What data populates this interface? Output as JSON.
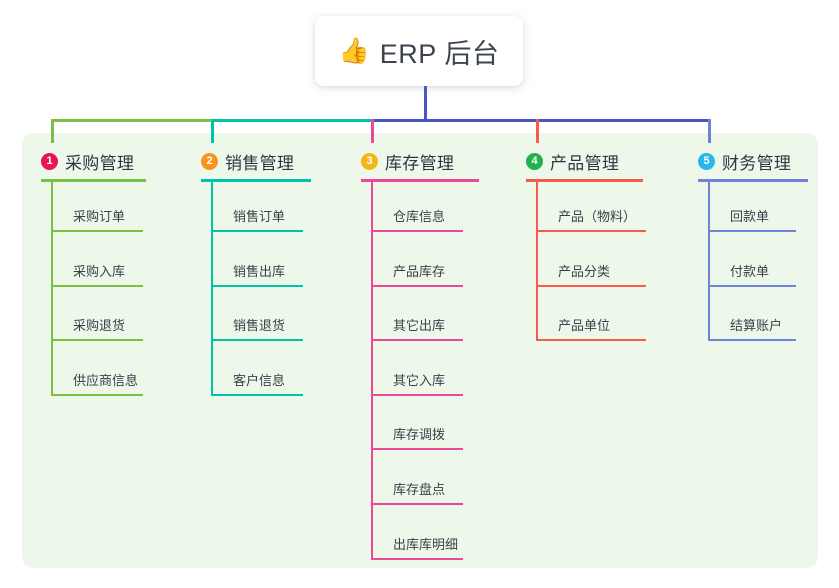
{
  "root": {
    "icon": "thumbs-up-icon",
    "emoji": "👍",
    "title": "ERP 后台"
  },
  "theme": {
    "panel_bg": "#eef8ea",
    "page_bg": "#ffffff",
    "root_stem": "#4a55c4",
    "bus_left": "#7ac143",
    "bus_mid": "#00c4a7",
    "bus_right": "#4a55c4"
  },
  "columns": [
    {
      "index": "1",
      "title": "采购管理",
      "badge_color": "#e8164f",
      "line_color": "#7ac143",
      "leaves": [
        "采购订单",
        "采购入库",
        "采购退货",
        "供应商信息"
      ]
    },
    {
      "index": "2",
      "title": "销售管理",
      "badge_color": "#f7941d",
      "line_color": "#00c4a7",
      "leaves": [
        "销售订单",
        "销售出库",
        "销售退货",
        "客户信息"
      ]
    },
    {
      "index": "3",
      "title": "库存管理",
      "badge_color": "#f5b61a",
      "line_color": "#ec4899",
      "leaves": [
        "仓库信息",
        "产品库存",
        "其它出库",
        "其它入库",
        "库存调拨",
        "库存盘点",
        "出库库明细"
      ]
    },
    {
      "index": "4",
      "title": "产品管理",
      "badge_color": "#22b14c",
      "line_color": "#fa5a4b",
      "leaves": [
        "产品（物料）",
        "产品分类",
        "产品单位"
      ]
    },
    {
      "index": "5",
      "title": "财务管理",
      "badge_color": "#29b6e8",
      "line_color": "#6f84d8",
      "leaves": [
        "回款单",
        "付款单",
        "结算账户"
      ]
    }
  ]
}
